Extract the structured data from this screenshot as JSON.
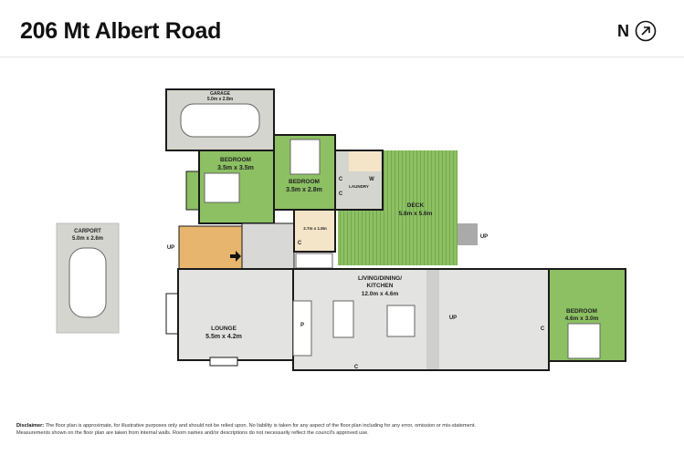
{
  "header": {
    "title": "206 Mt Albert Road",
    "north_label": "N",
    "north_icon": "north-arrow-icon"
  },
  "rooms": {
    "garage": {
      "name": "GARAGE",
      "size": "5.0m x 2.8m"
    },
    "bedroom1": {
      "name": "BEDROOM",
      "size": "3.5m x 3.5m"
    },
    "bedroom2": {
      "name": "BEDROOM",
      "size": "3.5m x 2.8m"
    },
    "laundry": {
      "name": "LAUNDRY",
      "w": "W",
      "c1": "C",
      "c2": "C"
    },
    "deck": {
      "name": "DECK",
      "size": "5.8m x 5.6m",
      "up": "UP"
    },
    "bathroom": {
      "size": "2.7m x 1.8m",
      "c": "C"
    },
    "carport": {
      "name": "CARPORT",
      "size": "5.0m x 2.6m"
    },
    "entry": {
      "up": "UP"
    },
    "lounge": {
      "name": "LOUNGE",
      "size": "5.5m x 4.2m"
    },
    "living": {
      "name1": "LIVING/DINING/",
      "name2": "KITCHEN",
      "size": "12.0m x 4.6m",
      "up": "UP",
      "pantry": "P",
      "c": "C"
    },
    "bedroom3": {
      "name": "BEDROOM",
      "size": "4.6m x 3.0m",
      "c": "C"
    }
  },
  "colors": {
    "green": "#8cc063",
    "grey": "#d5d5cf",
    "floor": "#e3e3e1",
    "tan": "#f4e4c8",
    "wall": "#1a1a1a"
  },
  "disclaimer": {
    "label": "Disclaimer:",
    "text": "The floor plan is approximate, for illustrative purposes only and should not be relied upon. No liability is taken for any aspect of the floor plan including for any error, omission or mis-statement. Measurements shown on the floor plan are taken from internal walls. Room names and/or descriptions do not necessarily reflect the council's approved use."
  }
}
